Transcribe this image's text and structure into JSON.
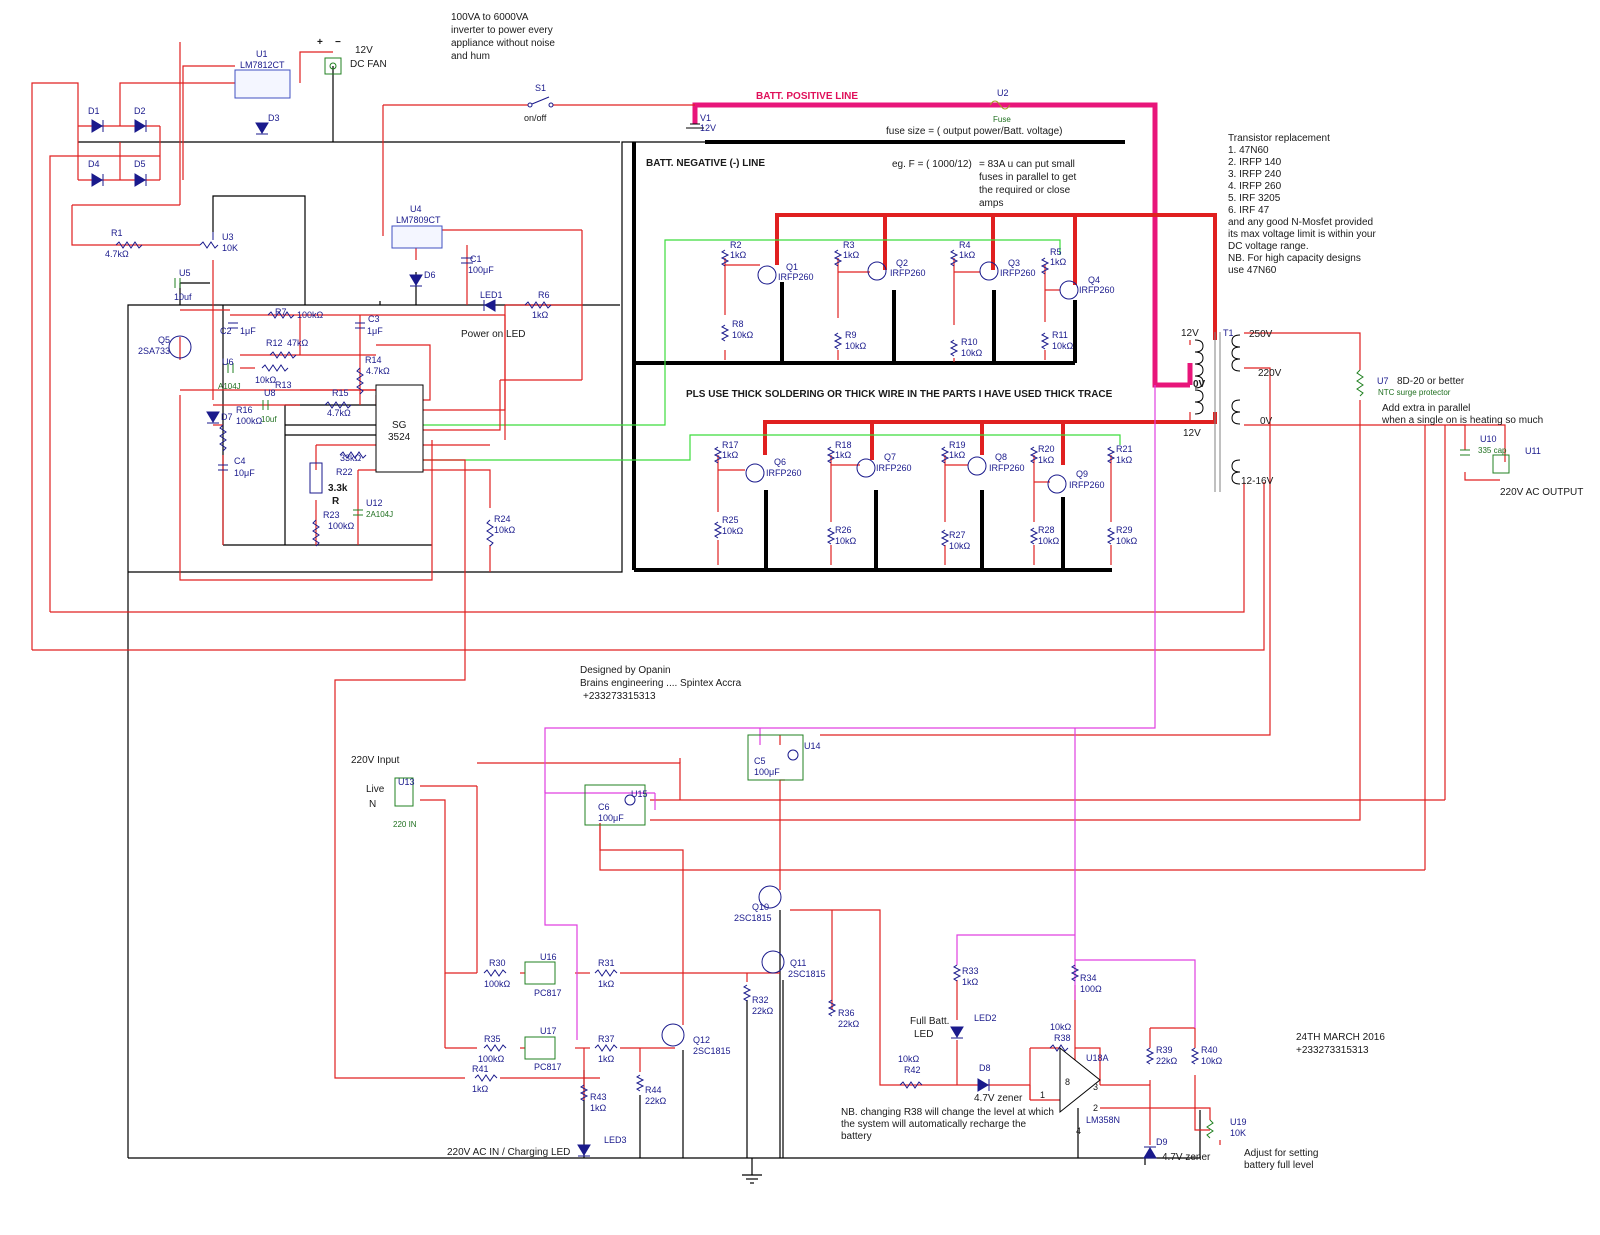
{
  "header": {
    "inverter_title": [
      "100VA to 6000VA",
      "inverter to power every",
      "appliance without noise",
      "and hum"
    ],
    "fan_plus": "+",
    "fan_minus": "−",
    "fan_volt": "12V",
    "fan_label": "DC FAN",
    "batt_pos_line": "BATT. POSITIVE LINE",
    "batt_neg_line": "BATT.  NEGATIVE (-) LINE",
    "thick_note": "PLS USE THICK SOLDERING OR THICK WIRE IN THE PARTS I HAVE USED THICK TRACE",
    "fuse_size": "fuse size = ( output power/Batt. voltage)",
    "fuse_eg": "eg. F = ( 1000/12)",
    "fuse_eg_note": [
      "= 83A u can put small",
      "fuses in parallel to get",
      "the required or close",
      "amps"
    ]
  },
  "transistor_note": [
    "Transistor replacement",
    "1. 47N60",
    "2. IRFP 140",
    "3. IRFP 240",
    "4. IRFP 260",
    "5. IRF 3205",
    "6. IRF 47",
    "and any good N-Mosfet provided",
    "its max voltage limit is within your",
    "DC voltage range.",
    "",
    "NB. For high capacity designs",
    "use 47N60"
  ],
  "designer": [
    "Designed by Opanin",
    "Brains engineering .... Spintex Accra",
    "+233273315313"
  ],
  "date_note": [
    "24TH MARCH 2016",
    "+233273315313"
  ],
  "charging_notes": {
    "input_title": "220V Input",
    "live": "Live",
    "neutral": "N",
    "u13_val": "220 IN",
    "r38_note": [
      "NB. changing R38 will change the level at which",
      "the system will automatically recharge the",
      "battery"
    ],
    "adjust_note": [
      "Adjust for setting",
      "battery full level"
    ],
    "full_batt": [
      "Full Batt.",
      "LED"
    ],
    "ac_in_led": "220V  AC IN / Charging LED",
    "power_on_led": "Power on LED"
  },
  "output_notes": {
    "ntc": [
      "8D-20 or better",
      "NTC surge protector"
    ],
    "parallel": [
      "Add extra in parallel",
      "when a single on is heating so much"
    ],
    "ac_output": "220V AC OUTPUT",
    "t1_12v_top": "12V",
    "t1_0v": "0V",
    "t1_12v_bot": "12V",
    "t1_250v": "250V",
    "t1_220v": "220V",
    "t1_0v_out": "0V",
    "t1_1216": "12-16V"
  },
  "components": [
    {
      "ref": "U1",
      "val": "LM7812CT"
    },
    {
      "ref": "U4",
      "val": "LM7809CT"
    },
    {
      "ref": "D1",
      "val": ""
    },
    {
      "ref": "D2",
      "val": ""
    },
    {
      "ref": "D3",
      "val": ""
    },
    {
      "ref": "D4",
      "val": ""
    },
    {
      "ref": "D5",
      "val": ""
    },
    {
      "ref": "D6",
      "val": ""
    },
    {
      "ref": "D7",
      "val": ""
    },
    {
      "ref": "S1",
      "val": "on/off"
    },
    {
      "ref": "V1",
      "val": "12V"
    },
    {
      "ref": "U2",
      "val": "Fuse"
    },
    {
      "ref": "R1",
      "val": "4.7kΩ"
    },
    {
      "ref": "U3",
      "val": "10K"
    },
    {
      "ref": "U5",
      "val": "10uf"
    },
    {
      "ref": "C1",
      "val": "100μF"
    },
    {
      "ref": "LED1",
      "val": ""
    },
    {
      "ref": "R6",
      "val": "1kΩ"
    },
    {
      "ref": "R7",
      "val": "100kΩ"
    },
    {
      "ref": "C2",
      "val": "1μF"
    },
    {
      "ref": "C3",
      "val": "1μF"
    },
    {
      "ref": "R12",
      "val": "47kΩ"
    },
    {
      "ref": "Q5",
      "val": "2SA733"
    },
    {
      "ref": "U6",
      "val": "A104J"
    },
    {
      "ref": "R13",
      "val": "10kΩ"
    },
    {
      "ref": "U8",
      "val": "10uf"
    },
    {
      "ref": "R14",
      "val": "4.7kΩ"
    },
    {
      "ref": "R15",
      "val": "4.7kΩ"
    },
    {
      "ref": "R16",
      "val": "100kΩ"
    },
    {
      "ref": "C4",
      "val": "10μF"
    },
    {
      "ref": "R22",
      "val": "33kΩ"
    },
    {
      "ref": "R",
      "val": "3.3k"
    },
    {
      "ref": "U12",
      "val": "2A104J"
    },
    {
      "ref": "R23",
      "val": "100kΩ"
    },
    {
      "ref": "R24",
      "val": "10kΩ"
    },
    {
      "ref": "SG",
      "val": "3524"
    },
    {
      "ref": "R2",
      "val": "1kΩ"
    },
    {
      "ref": "R3",
      "val": "1kΩ"
    },
    {
      "ref": "R4",
      "val": "1kΩ"
    },
    {
      "ref": "R5",
      "val": "1kΩ"
    },
    {
      "ref": "Q1",
      "val": "IRFP260"
    },
    {
      "ref": "Q2",
      "val": "IRFP260"
    },
    {
      "ref": "Q3",
      "val": "IRFP260"
    },
    {
      "ref": "Q4",
      "val": "IRFP260"
    },
    {
      "ref": "R8",
      "val": "10kΩ"
    },
    {
      "ref": "R9",
      "val": "10kΩ"
    },
    {
      "ref": "R10",
      "val": "10kΩ"
    },
    {
      "ref": "R11",
      "val": "10kΩ"
    },
    {
      "ref": "R17",
      "val": "1kΩ"
    },
    {
      "ref": "R18",
      "val": "1kΩ"
    },
    {
      "ref": "R19",
      "val": "1kΩ"
    },
    {
      "ref": "R20",
      "val": "1kΩ"
    },
    {
      "ref": "R21",
      "val": "1kΩ"
    },
    {
      "ref": "Q6",
      "val": "IRFP260"
    },
    {
      "ref": "Q7",
      "val": "IRFP260"
    },
    {
      "ref": "Q8",
      "val": "IRFP260"
    },
    {
      "ref": "Q9",
      "val": "IRFP260"
    },
    {
      "ref": "R25",
      "val": "10kΩ"
    },
    {
      "ref": "R26",
      "val": "10kΩ"
    },
    {
      "ref": "R27",
      "val": "10kΩ"
    },
    {
      "ref": "R28",
      "val": "10kΩ"
    },
    {
      "ref": "R29",
      "val": "10kΩ"
    },
    {
      "ref": "T1",
      "val": ""
    },
    {
      "ref": "U7",
      "val": ""
    },
    {
      "ref": "U10",
      "val": "335 cap"
    },
    {
      "ref": "U11",
      "val": ""
    },
    {
      "ref": "U13",
      "val": ""
    },
    {
      "ref": "U14",
      "val": ""
    },
    {
      "ref": "U15",
      "val": ""
    },
    {
      "ref": "C5",
      "val": "100μF"
    },
    {
      "ref": "C6",
      "val": "100μF"
    },
    {
      "ref": "Q10",
      "val": "2SC1815"
    },
    {
      "ref": "Q11",
      "val": "2SC1815"
    },
    {
      "ref": "Q12",
      "val": "2SC1815"
    },
    {
      "ref": "R30",
      "val": "100kΩ"
    },
    {
      "ref": "U16",
      "val": "PC817"
    },
    {
      "ref": "R31",
      "val": "1kΩ"
    },
    {
      "ref": "R35",
      "val": "100kΩ"
    },
    {
      "ref": "U17",
      "val": "PC817"
    },
    {
      "ref": "R37",
      "val": "1kΩ"
    },
    {
      "ref": "R32",
      "val": "22kΩ"
    },
    {
      "ref": "R36",
      "val": "22kΩ"
    },
    {
      "ref": "R41",
      "val": "1kΩ"
    },
    {
      "ref": "R43",
      "val": "1kΩ"
    },
    {
      "ref": "R44",
      "val": "22kΩ"
    },
    {
      "ref": "LED3",
      "val": ""
    },
    {
      "ref": "R33",
      "val": "1kΩ"
    },
    {
      "ref": "LED2",
      "val": ""
    },
    {
      "ref": "R42",
      "val": "10kΩ"
    },
    {
      "ref": "D8",
      "val": "4.7V zener"
    },
    {
      "ref": "R34",
      "val": "100Ω"
    },
    {
      "ref": "R38",
      "val": "10kΩ"
    },
    {
      "ref": "U18A",
      "val": "LM358N"
    },
    {
      "ref": "R39",
      "val": "22kΩ"
    },
    {
      "ref": "R40",
      "val": "10kΩ"
    },
    {
      "ref": "D9",
      "val": "4.7V zener"
    },
    {
      "ref": "U19",
      "val": "10K"
    }
  ],
  "pins": [
    "8",
    "3",
    "2",
    "1",
    "4"
  ],
  "colors": {
    "positive": "#e8157a",
    "power": "#e02020",
    "gate": "#3cdc3c",
    "ground": "#000000",
    "sense": "#e040e0",
    "parts": "#1a1a8c"
  }
}
